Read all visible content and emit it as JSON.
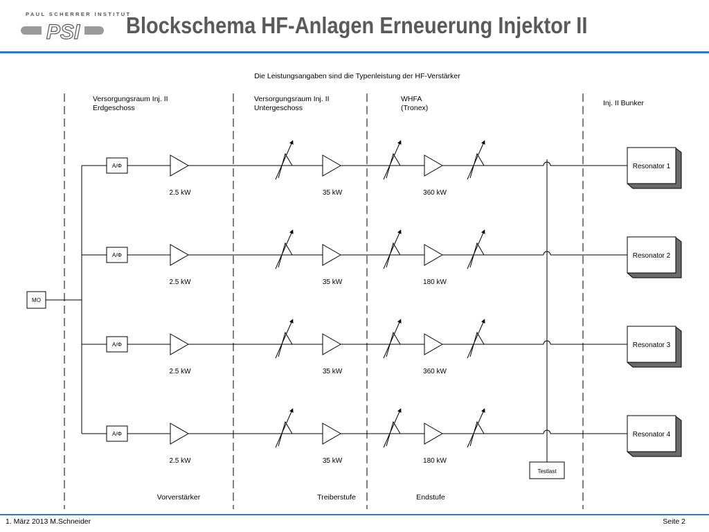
{
  "header": {
    "logo_text": "PAUL SCHERRER INSTITUT",
    "logo_mark": "PSI",
    "title": "Blockschema HF-Anlagen Erneuerung Injektor II"
  },
  "diagram": {
    "note": "Die Leistungsangaben sind die Typenleistung der HF-Verstärker",
    "zones": [
      {
        "line1": "Versorgungsraum Inj. II",
        "line2": "Erdgeschoss"
      },
      {
        "line1": "Versorgungsraum Inj. II",
        "line2": "Untergeschoss"
      },
      {
        "line1": "WHFA",
        "line2": "(Tronex)"
      },
      {
        "line1": "Inj. II Bunker",
        "line2": ""
      }
    ],
    "master_oscillator": "MO",
    "phase_shifter": "A/Φ",
    "channels": [
      {
        "resonator": "Resonator 1",
        "pre_power": "2.5 kW",
        "driver_power": "35 kW",
        "final_power": "360 kW"
      },
      {
        "resonator": "Resonator 2",
        "pre_power": "2.5 kW",
        "driver_power": "35 kW",
        "final_power": "180 kW"
      },
      {
        "resonator": "Resonator 3",
        "pre_power": "2.5 kW",
        "driver_power": "35 kW",
        "final_power": "360 kW"
      },
      {
        "resonator": "Resonator 4",
        "pre_power": "2.5 kW",
        "driver_power": "35 kW",
        "final_power": "180 kW"
      }
    ],
    "test_load": "Testlast",
    "stages": [
      "Vorverstärker",
      "Treiberstufe",
      "Endstufe"
    ]
  },
  "footer": {
    "left": "1. März 2013 M.Schneider",
    "right": "Seite 2"
  },
  "colors": {
    "accent": "#2b7bc8",
    "title": "#5a5a5a"
  }
}
